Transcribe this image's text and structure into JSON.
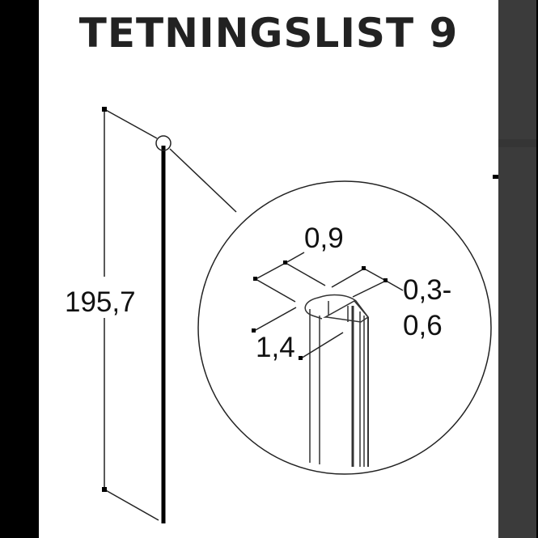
{
  "title": "TETNINGSLIST 9",
  "dimensions": {
    "length": "195,7",
    "width_top": "0,9",
    "gap": "0,3-",
    "gap_line2": "0,6",
    "depth": "1,4"
  },
  "colors": {
    "background": "#ffffff",
    "line": "#111111",
    "left_band": "#000000",
    "right_panel": "#3b3b3b"
  },
  "icons": {
    "detail_marker": "circle-callout",
    "magnified_view": "detail-circle"
  }
}
